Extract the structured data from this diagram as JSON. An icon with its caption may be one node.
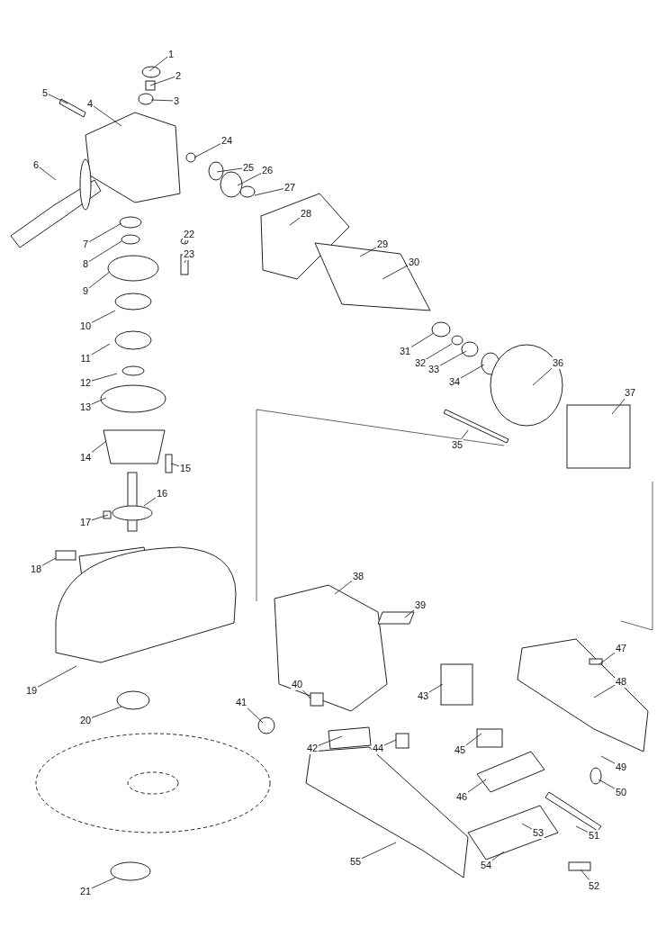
{
  "diagram": {
    "nodes": [
      {
        "text": [
          "1"
        ]
      },
      {
        "text": [
          "2"
        ]
      },
      {
        "text": [
          "3"
        ]
      },
      {
        "text": [
          "4"
        ]
      },
      {
        "text": [
          "5"
        ]
      },
      {
        "text": [
          "6"
        ]
      },
      {
        "text": [
          "7"
        ]
      },
      {
        "text": [
          "8"
        ]
      },
      {
        "text": [
          "9"
        ]
      },
      {
        "text": [
          "10"
        ]
      },
      {
        "text": [
          "11"
        ]
      },
      {
        "text": [
          "12"
        ]
      },
      {
        "text": [
          "13"
        ]
      },
      {
        "text": [
          "14"
        ]
      },
      {
        "text": [
          "15"
        ]
      },
      {
        "text": [
          "16"
        ]
      },
      {
        "text": [
          "17"
        ]
      },
      {
        "text": [
          "18"
        ]
      },
      {
        "text": [
          "19"
        ]
      },
      {
        "text": [
          "20"
        ]
      },
      {
        "text": [
          "21"
        ]
      },
      {
        "text": [
          "22"
        ]
      },
      {
        "text": [
          "23"
        ]
      },
      {
        "text": [
          "24"
        ]
      },
      {
        "text": [
          "25"
        ]
      },
      {
        "text": [
          "26"
        ]
      },
      {
        "text": [
          "27"
        ]
      },
      {
        "text": [
          "28"
        ]
      },
      {
        "text": [
          "29"
        ]
      },
      {
        "text": [
          "30"
        ]
      },
      {
        "text": [
          "31"
        ]
      },
      {
        "text": [
          "32"
        ]
      },
      {
        "text": [
          "33"
        ]
      },
      {
        "text": [
          "34"
        ]
      },
      {
        "text": [
          "35"
        ]
      },
      {
        "text": [
          "36"
        ]
      },
      {
        "text": [
          "37"
        ]
      },
      {
        "text": [
          "38"
        ]
      },
      {
        "text": [
          "39"
        ]
      },
      {
        "text": [
          "40"
        ]
      },
      {
        "text": [
          "41"
        ]
      },
      {
        "text": [
          "42"
        ]
      },
      {
        "text": [
          "43"
        ]
      },
      {
        "text": [
          "44"
        ]
      },
      {
        "text": [
          "45"
        ]
      },
      {
        "text": [
          "46"
        ]
      },
      {
        "text": [
          "47"
        ]
      },
      {
        "text": [
          "48"
        ]
      },
      {
        "text": [
          "49"
        ]
      },
      {
        "text": [
          "50"
        ]
      },
      {
        "text": [
          "51"
        ]
      },
      {
        "text": [
          "52"
        ]
      },
      {
        "text": [
          "53"
        ]
      },
      {
        "text": [
          "54"
        ]
      },
      {
        "text": [
          "55"
        ]
      }
    ],
    "edges": [
      {
        "from": 0,
        "to": null,
        "arrow": "none"
      },
      {
        "from": 1,
        "to": null,
        "arrow": "none"
      },
      {
        "from": 2,
        "to": null,
        "arrow": "none"
      },
      {
        "from": 3,
        "to": null,
        "arrow": "none"
      },
      {
        "from": 4,
        "to": null,
        "arrow": "none"
      },
      {
        "from": 5,
        "to": null,
        "arrow": "none"
      },
      {
        "from": 6,
        "to": null,
        "arrow": "none"
      },
      {
        "from": 7,
        "to": null,
        "arrow": "none"
      },
      {
        "from": 8,
        "to": null,
        "arrow": "none"
      },
      {
        "from": 9,
        "to": null,
        "arrow": "none"
      },
      {
        "from": 10,
        "to": null,
        "arrow": "none"
      },
      {
        "from": 11,
        "to": null,
        "arrow": "none"
      },
      {
        "from": 12,
        "to": null,
        "arrow": "none"
      },
      {
        "from": 13,
        "to": null,
        "arrow": "none"
      },
      {
        "from": 14,
        "to": null,
        "arrow": "none"
      },
      {
        "from": 15,
        "to": null,
        "arrow": "none"
      },
      {
        "from": 16,
        "to": null,
        "arrow": "none"
      },
      {
        "from": 17,
        "to": null,
        "arrow": "none"
      },
      {
        "from": 18,
        "to": null,
        "arrow": "none"
      },
      {
        "from": 19,
        "to": null,
        "arrow": "none"
      },
      {
        "from": 20,
        "to": null,
        "arrow": "none"
      },
      {
        "from": 21,
        "to": null,
        "arrow": "none"
      },
      {
        "from": 22,
        "to": null,
        "arrow": "none"
      },
      {
        "from": 23,
        "to": null,
        "arrow": "none"
      },
      {
        "from": 24,
        "to": null,
        "arrow": "none"
      },
      {
        "from": 25,
        "to": null,
        "arrow": "none"
      },
      {
        "from": 26,
        "to": null,
        "arrow": "none"
      },
      {
        "from": 27,
        "to": null,
        "arrow": "none"
      },
      {
        "from": 28,
        "to": null,
        "arrow": "none"
      },
      {
        "from": 29,
        "to": null,
        "arrow": "none"
      },
      {
        "from": 30,
        "to": null,
        "arrow": "none"
      },
      {
        "from": 31,
        "to": null,
        "arrow": "none"
      },
      {
        "from": 32,
        "to": null,
        "arrow": "none"
      },
      {
        "from": 33,
        "to": null,
        "arrow": "none"
      },
      {
        "from": 34,
        "to": null,
        "arrow": "none"
      },
      {
        "from": 35,
        "to": null,
        "arrow": "none"
      },
      {
        "from": 36,
        "to": null,
        "arrow": "none"
      },
      {
        "from": 37,
        "to": null,
        "arrow": "none"
      },
      {
        "from": 38,
        "to": null,
        "arrow": "none"
      },
      {
        "from": 39,
        "to": null,
        "arrow": "none"
      },
      {
        "from": 40,
        "to": null,
        "arrow": "none"
      },
      {
        "from": 41,
        "to": null,
        "arrow": "none"
      },
      {
        "from": 42,
        "to": null,
        "arrow": "none"
      },
      {
        "from": 43,
        "to": null,
        "arrow": "none"
      },
      {
        "from": 44,
        "to": null,
        "arrow": "none"
      },
      {
        "from": 45,
        "to": null,
        "arrow": "none"
      },
      {
        "from": 46,
        "to": null,
        "arrow": "none"
      },
      {
        "from": 47,
        "to": null,
        "arrow": "none"
      },
      {
        "from": 48,
        "to": null,
        "arrow": "none"
      },
      {
        "from": 49,
        "to": null,
        "arrow": "none"
      },
      {
        "from": 50,
        "to": null,
        "arrow": "none"
      },
      {
        "from": 51,
        "to": null,
        "arrow": "none"
      },
      {
        "from": 52,
        "to": null,
        "arrow": "none"
      },
      {
        "from": 53,
        "to": null,
        "arrow": "none"
      },
      {
        "from": 54,
        "to": null,
        "arrow": "none"
      }
    ]
  }
}
